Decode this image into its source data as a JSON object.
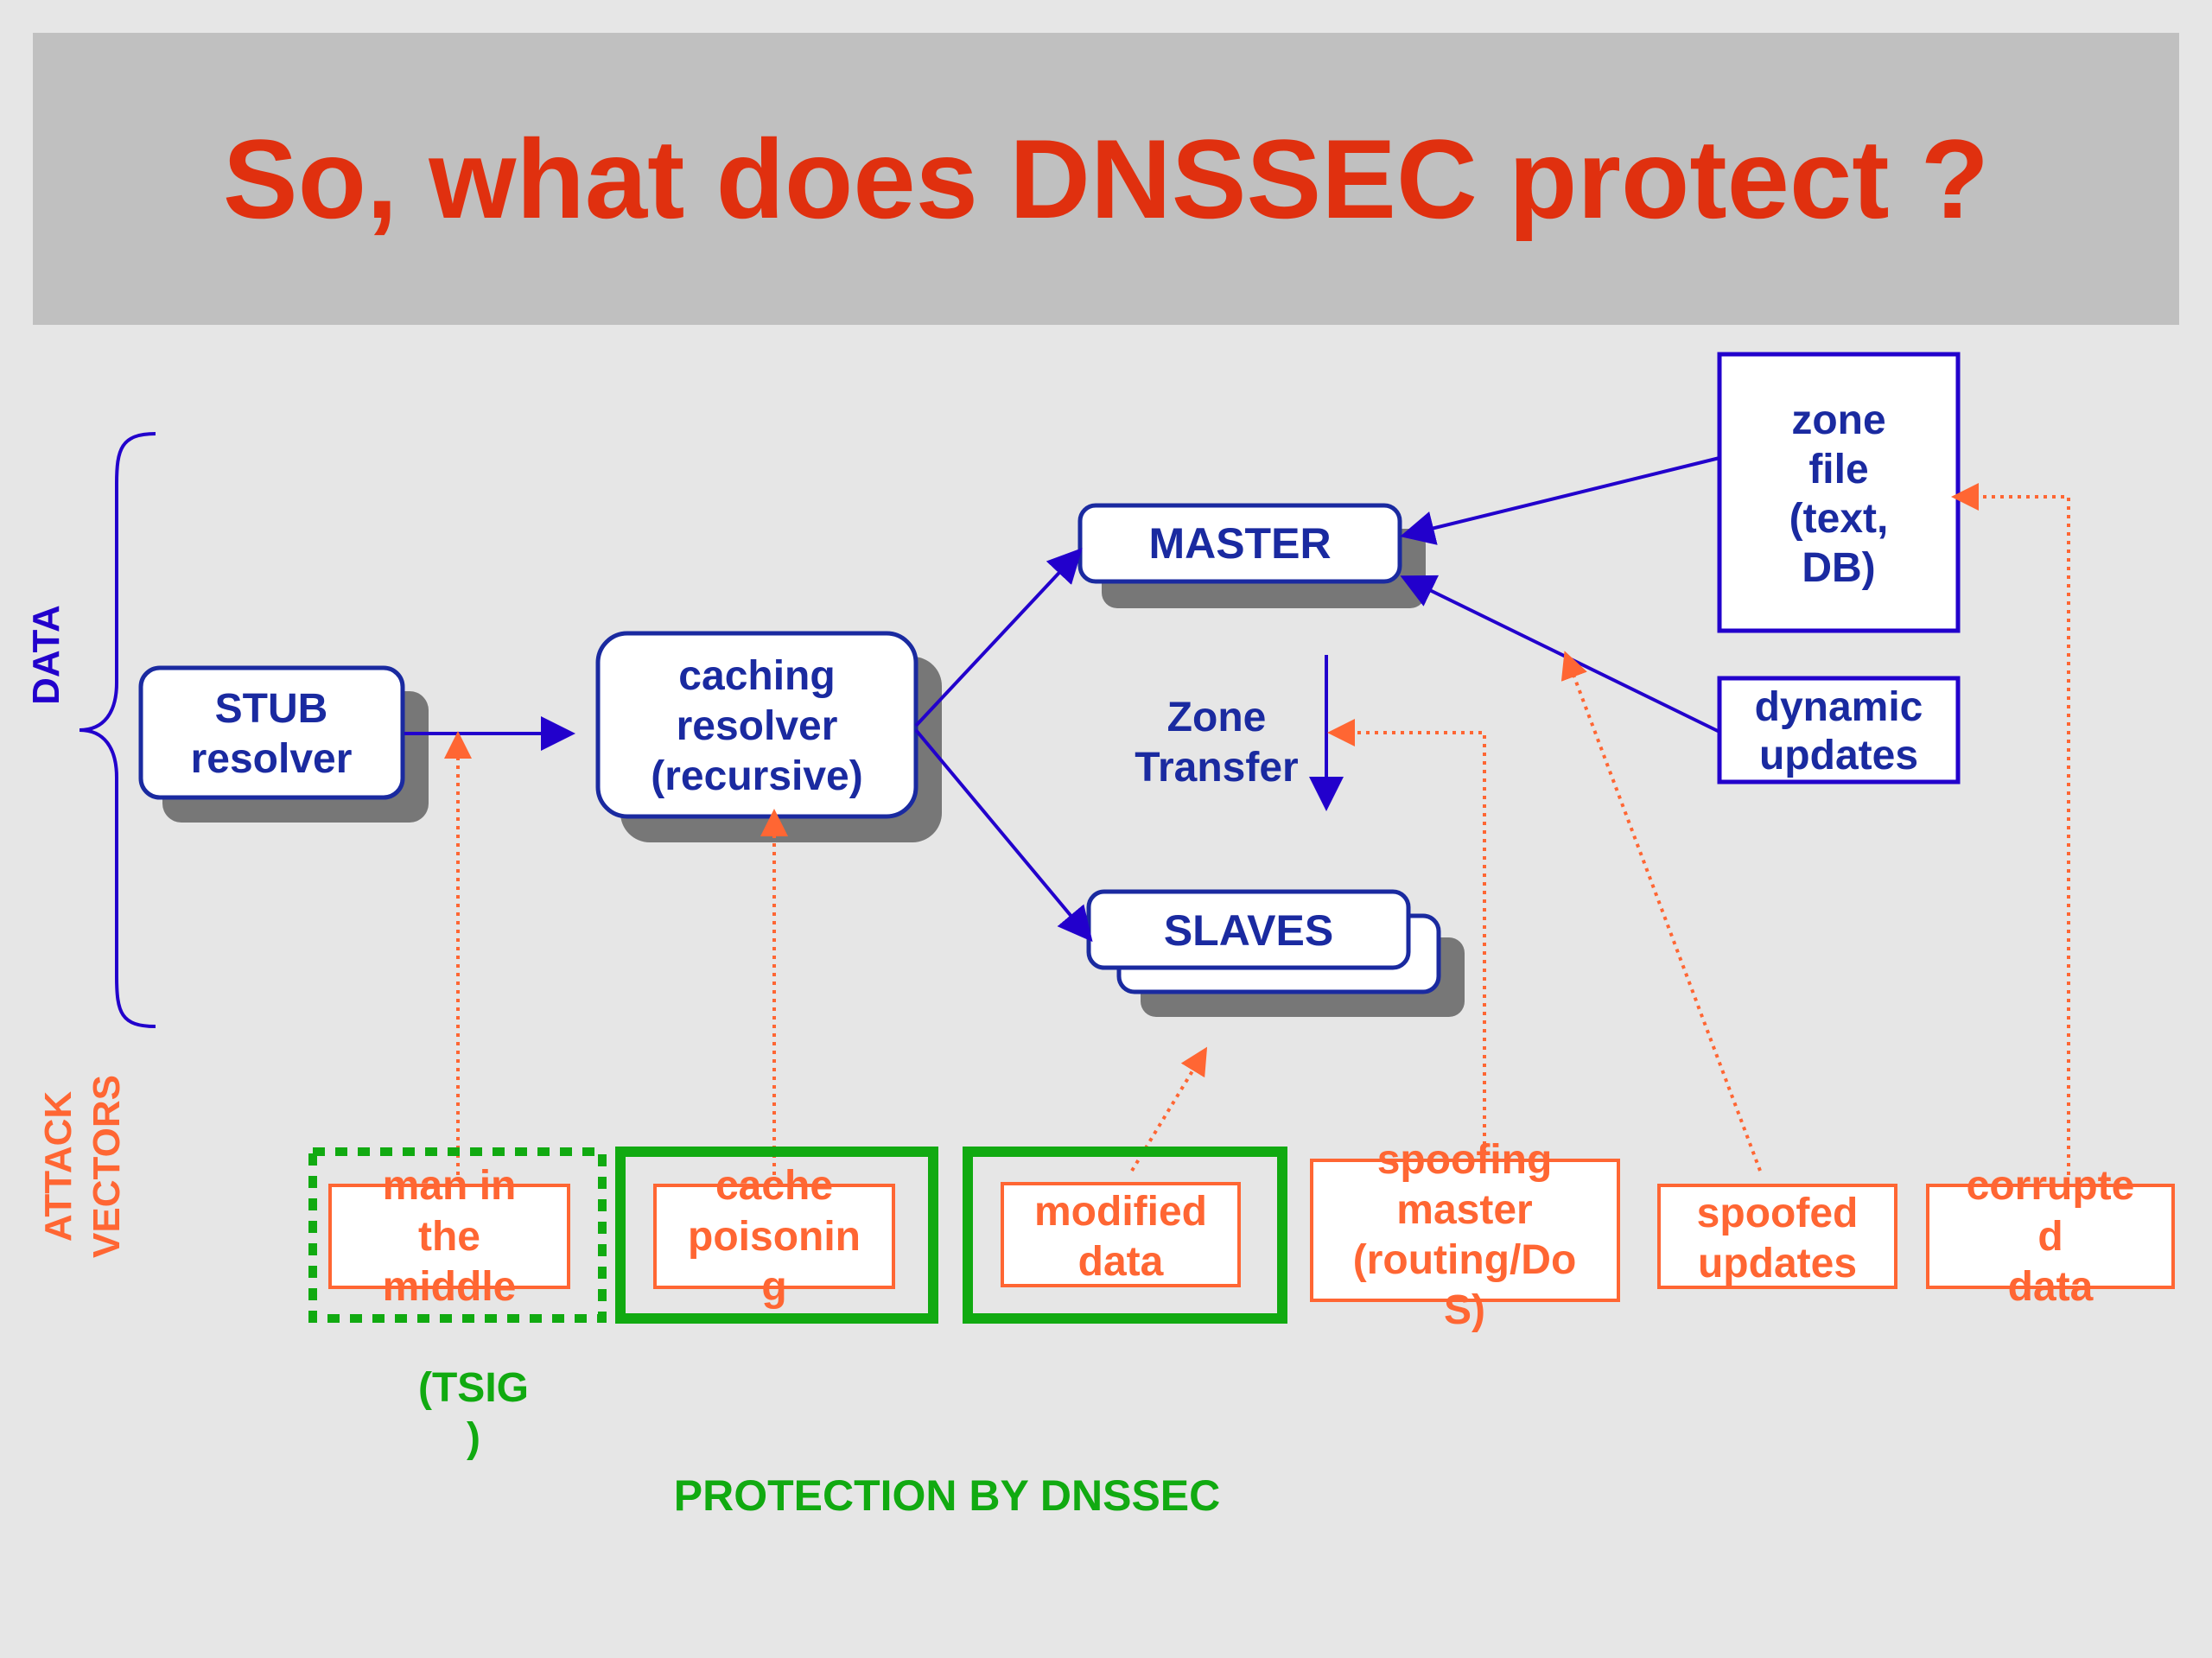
{
  "title": "So, what does DNSSEC protect ?",
  "side_labels": {
    "data": "DATA",
    "attack_vectors": [
      "ATTACK",
      "VECTORS"
    ]
  },
  "nodes": {
    "stub": [
      "STUB",
      "resolver"
    ],
    "caching": [
      "caching",
      "resolver",
      "(recursive)"
    ],
    "master": [
      "MASTER"
    ],
    "slaves": [
      "SLAVES"
    ],
    "zone_transfer": [
      "Zone",
      "Transfer"
    ],
    "zone_file": [
      "zone",
      "file",
      "(text,",
      "DB)"
    ],
    "dynamic": [
      "dynamic",
      "updates"
    ]
  },
  "attacks": [
    {
      "id": "mitm",
      "lines": [
        "man in",
        "the",
        "middle"
      ]
    },
    {
      "id": "cache",
      "lines": [
        "cache",
        "poisonin",
        "g"
      ]
    },
    {
      "id": "modified",
      "lines": [
        "modified",
        "data"
      ]
    },
    {
      "id": "spoof-master",
      "lines": [
        "spoofing",
        "master",
        "(routing/Do",
        "S)"
      ]
    },
    {
      "id": "spoofed-updates",
      "lines": [
        "spoofed",
        "updates"
      ]
    },
    {
      "id": "corrupted",
      "lines": [
        "corrupte",
        "d",
        "data"
      ]
    }
  ],
  "tsig": [
    "(TSIG",
    ")"
  ],
  "protection": "PROTECTION BY DNSSEC",
  "colors": {
    "blue": "#2200cc",
    "navy": "#1a2aa0",
    "attack": "#ff6633",
    "green": "#11aa11",
    "title": "#e0300f",
    "shadow": "#777777"
  }
}
